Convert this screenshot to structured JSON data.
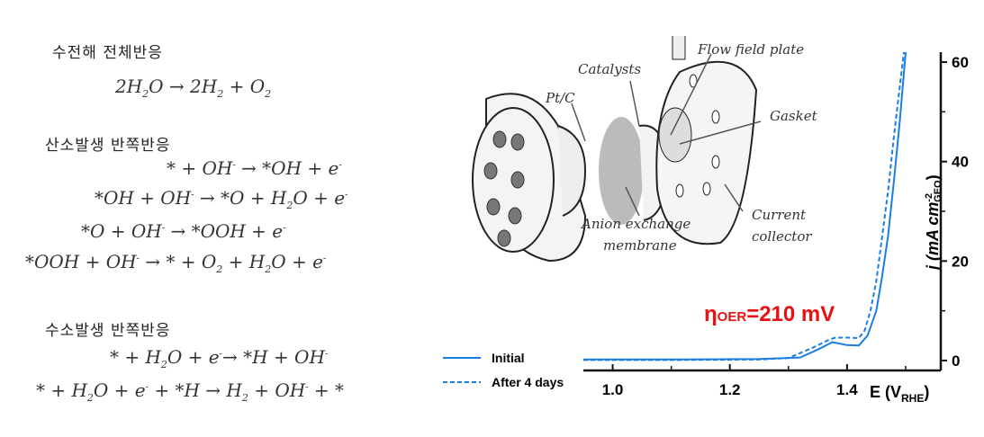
{
  "equations": {
    "overall_title": "수전해 전체반응",
    "overall": [
      [
        {
          "t": "2H"
        },
        {
          "sub": "2"
        },
        {
          "t": "O → 2H"
        },
        {
          "sub": "2"
        },
        {
          "t": " + O"
        },
        {
          "sub": "2"
        }
      ]
    ],
    "oer_title": "산소발생 반쪽반응",
    "oer": [
      [
        {
          "t": "* + OH"
        },
        {
          "sup": "-"
        },
        {
          "t": " → *OH + e"
        },
        {
          "sup": "-"
        }
      ],
      [
        {
          "t": "*OH + OH"
        },
        {
          "sup": "-"
        },
        {
          "t": " → *O + H"
        },
        {
          "sub": "2"
        },
        {
          "t": "O + e"
        },
        {
          "sup": "-"
        }
      ],
      [
        {
          "t": "*O + OH"
        },
        {
          "sup": "-"
        },
        {
          "t": " → *OOH + e"
        },
        {
          "sup": "-"
        }
      ],
      [
        {
          "t": "*OOH + OH"
        },
        {
          "sup": "-"
        },
        {
          "t": " → * + O"
        },
        {
          "sub": "2"
        },
        {
          "t": " + H"
        },
        {
          "sub": "2"
        },
        {
          "t": "O + e"
        },
        {
          "sup": "-"
        }
      ]
    ],
    "her_title": "수소발생 반쪽반응",
    "her": [
      [
        {
          "t": "* + H"
        },
        {
          "sub": "2"
        },
        {
          "t": "O + e"
        },
        {
          "sup": "-"
        },
        {
          "t": "→ *H + OH"
        },
        {
          "sup": "-"
        }
      ],
      [
        {
          "t": "* + H"
        },
        {
          "sub": "2"
        },
        {
          "t": "O + e"
        },
        {
          "sup": "-"
        },
        {
          "t": " + *H → H"
        },
        {
          "sub": "2"
        },
        {
          "t": " + OH"
        },
        {
          "sup": "-"
        },
        {
          "t": " + *"
        }
      ]
    ]
  },
  "diagram": {
    "labels": {
      "ptc": "Pt/C",
      "catalysts": "Catalysts",
      "flow_field_plate": "Flow field plate",
      "gasket": "Gasket",
      "membrane_line1": "Anion exchange",
      "membrane_line2": "membrane",
      "collector_line1": "Current",
      "collector_line2": "collector"
    }
  },
  "chart_data": {
    "type": "line",
    "xlabel": "E (V",
    "xlabel_sub": "RHE",
    "ylabel": "j (mA cm",
    "ylabel_sup": "-2",
    "ylabel_sub": "GEO",
    "xlim": [
      0.95,
      1.56
    ],
    "ylim": [
      -2,
      62
    ],
    "xticks": [
      1.0,
      1.2,
      1.4
    ],
    "xtick_labels": [
      "1.0",
      "1.2",
      "1.4"
    ],
    "yticks": [
      0,
      20,
      40,
      60
    ],
    "ytick_labels": [
      "0",
      "20",
      "40",
      "60"
    ],
    "annotation": {
      "eta": "η",
      "sub": "OER",
      "value": "=210 mV",
      "color": "#e81010"
    },
    "legend_position": "bottom-left",
    "series": [
      {
        "name": "Initial",
        "style": "solid",
        "color": "#1a7fe0",
        "x": [
          0.95,
          1.1,
          1.25,
          1.32,
          1.35,
          1.375,
          1.4,
          1.42,
          1.435,
          1.45,
          1.46,
          1.47,
          1.48,
          1.49,
          1.5
        ],
        "y": [
          0.2,
          0.2,
          0.3,
          0.6,
          2.2,
          3.7,
          3.1,
          3.0,
          5,
          10,
          17,
          25,
          36,
          48,
          62
        ]
      },
      {
        "name": "After 4 days",
        "style": "dashed",
        "color": "#1a7fe0",
        "x": [
          0.95,
          1.1,
          1.25,
          1.3,
          1.34,
          1.37,
          1.38,
          1.4,
          1.42,
          1.43,
          1.44,
          1.45,
          1.46,
          1.47,
          1.48,
          1.497
        ],
        "y": [
          0.1,
          0.1,
          0.2,
          0.5,
          2.5,
          4.2,
          4.6,
          4.6,
          4.5,
          6,
          10,
          16,
          25,
          34,
          45,
          62
        ]
      }
    ]
  }
}
